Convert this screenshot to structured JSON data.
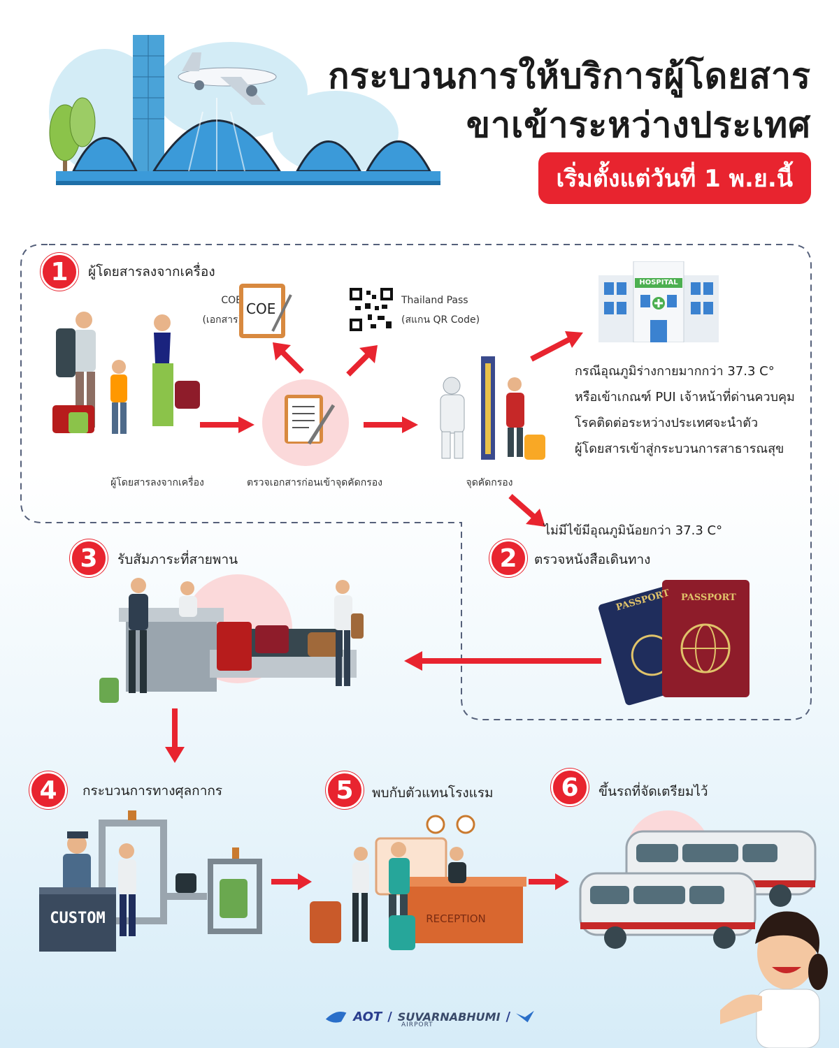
{
  "header": {
    "title_line1": "กระบวนการให้บริการผู้โดยสาร",
    "title_line2": "ขาเข้าระหว่างประเทศ",
    "date_badge": "เริ่มตั้งแต่วันที่ 1 พ.ย.นี้"
  },
  "steps": [
    {
      "num": "1",
      "label": "ผู้โดยสารลงจากเครื่อง"
    },
    {
      "num": "2",
      "label": "ตรวจหนังสือเดินทาง"
    },
    {
      "num": "3",
      "label": "รับสัมภาระที่สายพาน"
    },
    {
      "num": "4",
      "label": "กระบวนการทางศุลกากร"
    },
    {
      "num": "5",
      "label": "พบกับตัวแทนโรงแรม"
    },
    {
      "num": "6",
      "label": "ขึ้นรถที่จัดเตรียมไว้"
    }
  ],
  "stage1": {
    "coe_label": "COE",
    "coe_sub": "(เอกสาร)",
    "coe_doc_text": "COE",
    "pass_label": "Thailand Pass",
    "pass_sub": "(สแกน QR Code)",
    "hospital_sign": "HOSPITAL",
    "caption_passengers": "ผู้โดยสารลงจากเครื่อง",
    "caption_docs": "ตรวจเอกสารก่อนเข้าจุดคัดกรอง",
    "caption_screening": "จุดคัดกรอง",
    "fever_note": [
      "กรณีอุณภูมิร่างกายมากกว่า 37.3 C°",
      "หรือเข้าเกณฑ์ PUI เจ้าหน้าที่ด่านควบคุม",
      "โรคติดต่อระหว่างประเทศจะนำตัว",
      "ผู้โดยสารเข้าสู่กระบวนการสาธารณสุข"
    ],
    "no_fever_note": "ไม่มีไข้มีอุณภูมิน้อยกว่า 37.3 C°"
  },
  "passport": {
    "front": "PASSPORT",
    "back": "PASSPORT"
  },
  "customs_sign": "CUSTOM",
  "reception_sign": "RECEPTION",
  "footer": {
    "aot": "AOT",
    "suvarnabhumi": "SUVARNABHUMI",
    "airport": "AIRPORT"
  },
  "colors": {
    "accent_red": "#e8242f",
    "dashed_border": "#55607a",
    "sky_blue": "#3b9ad9"
  }
}
